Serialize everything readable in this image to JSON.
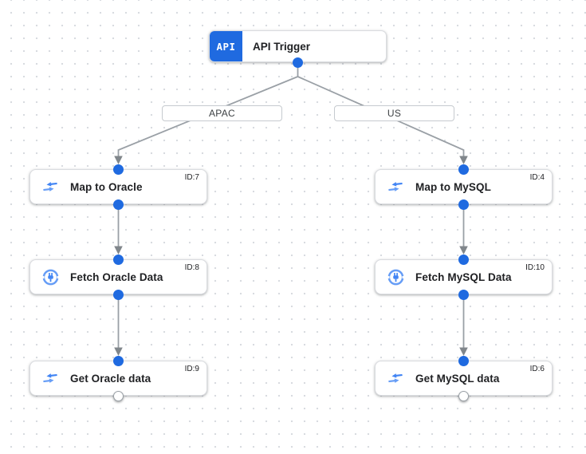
{
  "canvas": {
    "trigger": {
      "badge": "API",
      "label": "API Trigger"
    },
    "branches": [
      {
        "edge_label": "APAC",
        "nodes": [
          {
            "label": "Map to Oracle",
            "id": "ID:7",
            "icon": "data-mapping-icon"
          },
          {
            "label": "Fetch Oracle Data",
            "id": "ID:8",
            "icon": "connector-icon"
          },
          {
            "label": "Get Oracle data",
            "id": "ID:9",
            "icon": "data-mapping-icon"
          }
        ]
      },
      {
        "edge_label": "US",
        "nodes": [
          {
            "label": "Map to MySQL",
            "id": "ID:4",
            "icon": "data-mapping-icon"
          },
          {
            "label": "Fetch MySQL Data",
            "id": "ID:10",
            "icon": "connector-icon"
          },
          {
            "label": "Get MySQL data",
            "id": "ID:6",
            "icon": "data-mapping-icon"
          }
        ]
      }
    ],
    "colors": {
      "accent_blue": "#1f6ae0",
      "icon_blue": "#4285f4",
      "icon_blue_light": "#669df6",
      "edge_gray": "#9aa0a6",
      "arrow_gray": "#80868b",
      "border_gray": "#dadce0",
      "text_dark": "#202124"
    }
  }
}
